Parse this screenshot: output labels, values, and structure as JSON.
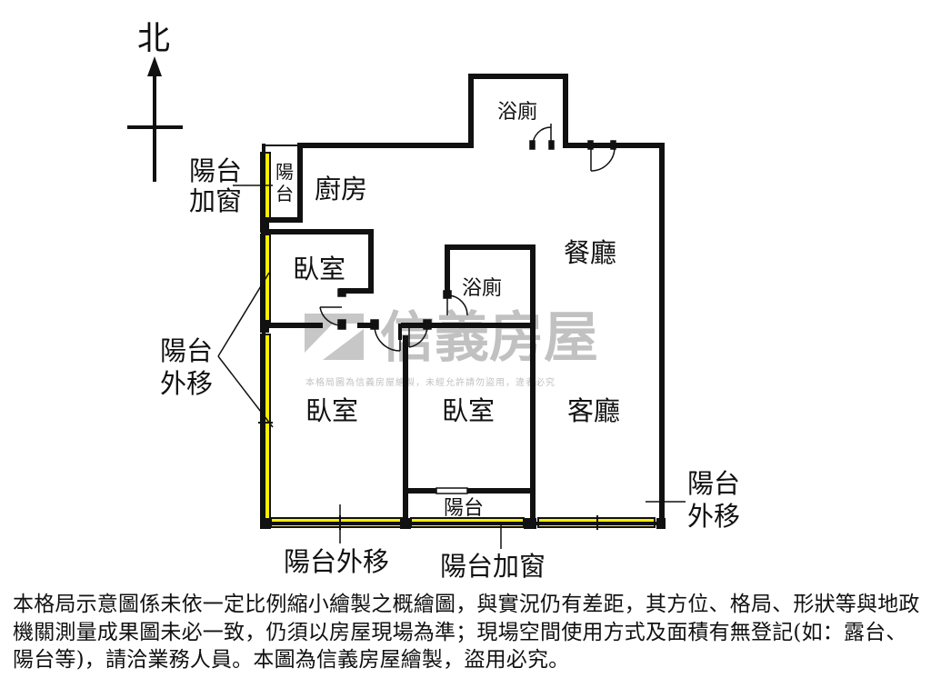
{
  "compass": {
    "north_label": "北"
  },
  "rooms": {
    "bathroom_north": "浴廁",
    "bathroom_center": "浴廁",
    "kitchen": "廚房",
    "dining_room": "餐廳",
    "living_room": "客廳",
    "bedroom_upper_left": "臥室",
    "bedroom_lower_left": "臥室",
    "bedroom_middle": "臥室",
    "balcony_kitchen": "陽\n台",
    "balcony_middle": "陽台"
  },
  "annotations": {
    "window_enclosure_top_left": "陽台\n加窗",
    "balcony_moved_out_left": "陽台\n外移",
    "balcony_moved_out_right": "陽台\n外移",
    "balcony_moved_out_bottom": "陽台外移",
    "window_enclosure_bottom": "陽台加窗"
  },
  "watermark": {
    "brand": "信義房屋",
    "notice": "本格局圖為信義房屋繪製，未經允許請勿盜用，違者必究"
  },
  "disclaimer": "本格局示意圖係未依一定比例縮小繪製之概繪圖，與實況仍有差距，其方位、格局、形狀等與地政機關測量成果圖未必一致，仍須以房屋現場為準；現場空間使用方式及面積有無登記(如：露台、陽台等)，請洽業務人員。本圖為信義房屋繪製，盜用必究。",
  "colors": {
    "wall": "#111111",
    "balcony_fill": "#ffee00",
    "watermark": "#b5b5b5"
  }
}
